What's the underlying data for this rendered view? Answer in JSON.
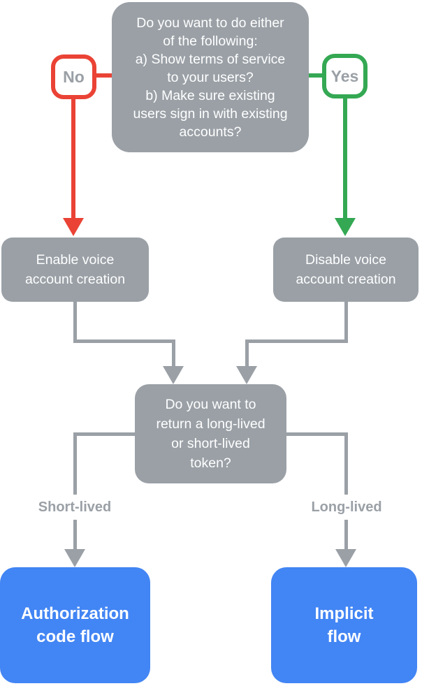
{
  "diagram": {
    "top_question": {
      "text": "Do you want to do either\nof the following:\na) Show terms of service\nto your users?\nb) Make sure existing\nusers sign in with existing\naccounts?"
    },
    "no_badge": {
      "label": "No"
    },
    "yes_badge": {
      "label": "Yes"
    },
    "enable_node": {
      "text": "Enable voice\naccount creation"
    },
    "disable_node": {
      "text": "Disable voice\naccount creation"
    },
    "token_question": {
      "text": "Do you want to\nreturn a long-lived\nor short-lived\ntoken?"
    },
    "short_lived_label": {
      "text": "Short-lived"
    },
    "long_lived_label": {
      "text": "Long-lived"
    },
    "auth_code_node": {
      "text": "Authorization\ncode flow"
    },
    "implicit_node": {
      "text": "Implicit\nflow"
    },
    "colors": {
      "node_gray": "#9AA0A6",
      "connector_gray": "#9AA0A6",
      "no_red": "#EA4335",
      "yes_green": "#34A853",
      "terminal_blue": "#4285F4",
      "node_text": "#FFFFFF",
      "label_text": "#9AA0A6",
      "background": "#FFFFFF"
    }
  }
}
